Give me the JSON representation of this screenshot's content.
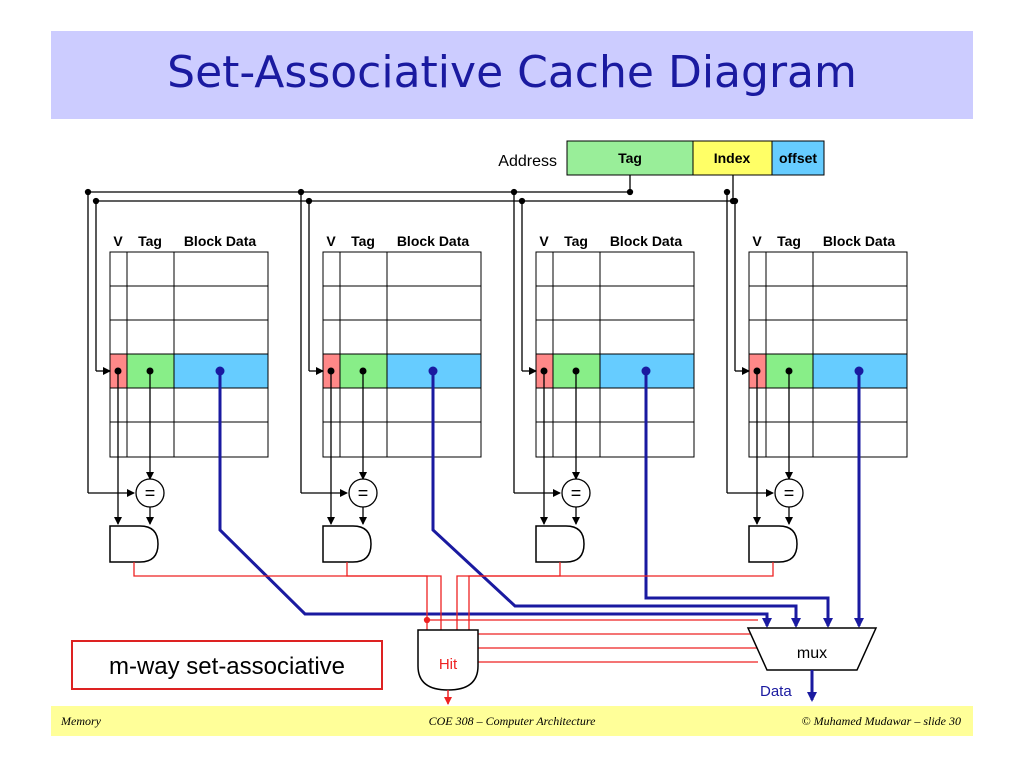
{
  "title": "Set-Associative Cache Diagram",
  "address": {
    "label": "Address",
    "fields": [
      {
        "name": "Tag",
        "color": "#99ee99"
      },
      {
        "name": "Index",
        "color": "#ffff66"
      },
      {
        "name": "offset",
        "color": "#66ccff"
      }
    ]
  },
  "ways": [
    {
      "headers": {
        "v": "V",
        "tag": "Tag",
        "data": "Block Data"
      },
      "compare_symbol": "="
    },
    {
      "headers": {
        "v": "V",
        "tag": "Tag",
        "data": "Block Data"
      },
      "compare_symbol": "="
    },
    {
      "headers": {
        "v": "V",
        "tag": "Tag",
        "data": "Block Data"
      },
      "compare_symbol": "="
    },
    {
      "headers": {
        "v": "V",
        "tag": "Tag",
        "data": "Block Data"
      },
      "compare_symbol": "="
    }
  ],
  "hit_gate": {
    "label": "Hit"
  },
  "mux": {
    "label": "mux"
  },
  "output": {
    "label": "Data"
  },
  "callout": "m-way set-associative",
  "colors": {
    "valid": "#ff8888",
    "tag": "#88ee88",
    "block": "#66ccff",
    "hit_wire": "#ee2222",
    "data_wire": "#1a1aa0"
  },
  "footer": {
    "left": "Memory",
    "center": "COE 308 – Computer Architecture",
    "right": "© Muhamed Mudawar – slide 30"
  }
}
